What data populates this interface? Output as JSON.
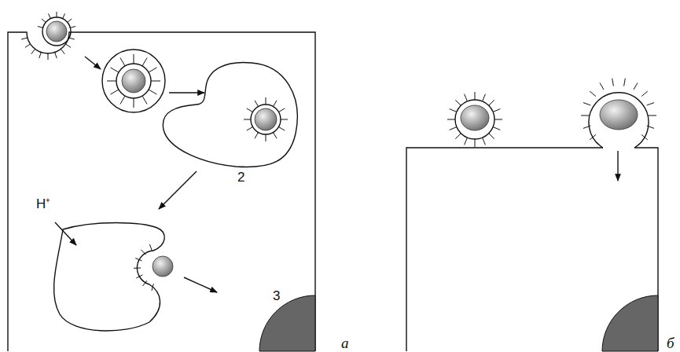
{
  "diagram": {
    "labels": [
      "2",
      "H⁺",
      "3",
      "a",
      "б"
    ]
  }
}
